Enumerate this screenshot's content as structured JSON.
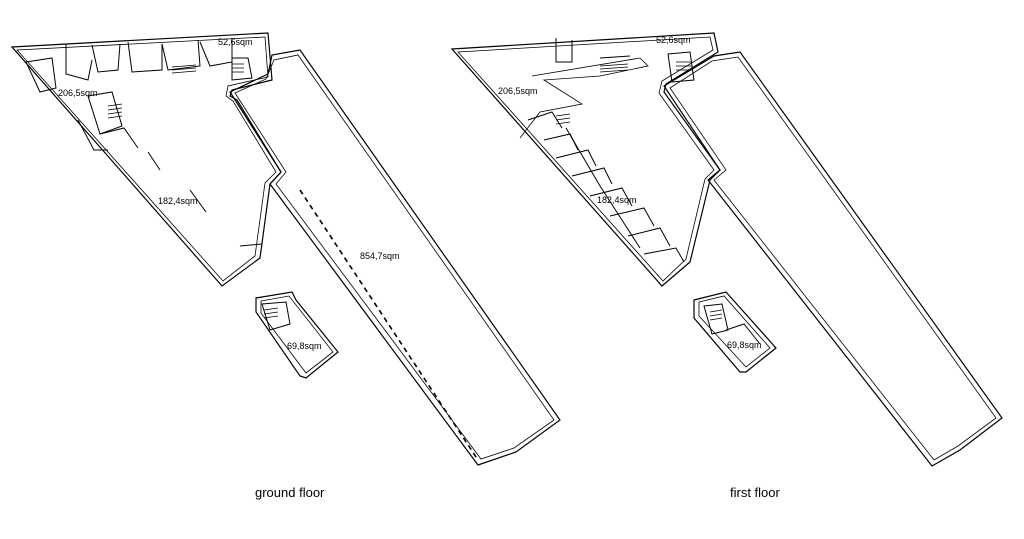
{
  "plans": [
    {
      "caption": "ground floor",
      "areas": {
        "northwest": "206,5sqm",
        "north": "52,6sqm",
        "west_wing": "182,4sqm",
        "warehouse": "854,7sqm",
        "annex": "69,8sqm"
      }
    },
    {
      "caption": "first floor",
      "areas": {
        "northwest": "206,5sqm",
        "north": "52,6sqm",
        "west_wing": "182,4sqm",
        "annex": "69,8sqm"
      }
    }
  ]
}
